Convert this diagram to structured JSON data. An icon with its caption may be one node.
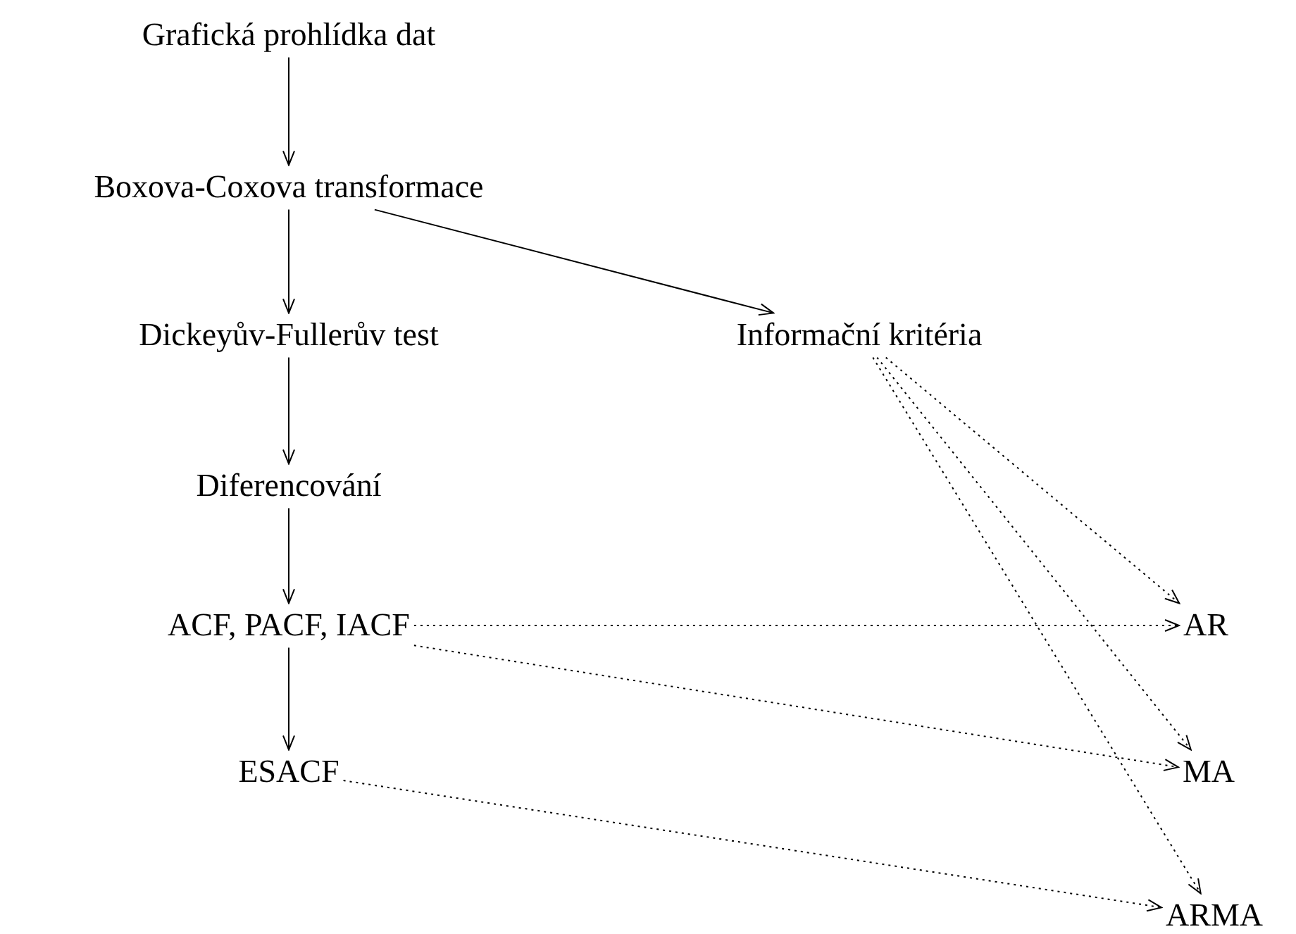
{
  "diagram": {
    "nodes": [
      {
        "text": [
          "Grafická prohlídka dat"
        ]
      },
      {
        "text": [
          "Boxova-Coxova transformace"
        ]
      },
      {
        "text": [
          "Dickeyův-Fullerův test"
        ]
      },
      {
        "text": [
          "Informační kritéria"
        ]
      },
      {
        "text": [
          "Diferencování"
        ]
      },
      {
        "text": [
          "ACF, PACF, IACF"
        ]
      },
      {
        "text": [
          "ESACF"
        ]
      },
      {
        "text": [
          "AR"
        ]
      },
      {
        "text": [
          "MA"
        ]
      },
      {
        "text": [
          "ARMA"
        ]
      }
    ],
    "edges": [
      {
        "from": 0,
        "to": 1,
        "arrow": "to"
      },
      {
        "from": 1,
        "to": 2,
        "arrow": "to"
      },
      {
        "from": 1,
        "to": 3,
        "arrow": "to"
      },
      {
        "from": 2,
        "to": 4,
        "arrow": "to"
      },
      {
        "from": 4,
        "to": 5,
        "arrow": "to"
      },
      {
        "from": 5,
        "to": 6,
        "arrow": "to"
      },
      {
        "from": 3,
        "to": 7,
        "arrow": "to",
        "style": "dashed"
      },
      {
        "from": 3,
        "to": 8,
        "arrow": "to",
        "style": "dashed"
      },
      {
        "from": 3,
        "to": 9,
        "arrow": "to",
        "style": "dashed"
      },
      {
        "from": 5,
        "to": 7,
        "arrow": "to",
        "style": "dashed"
      },
      {
        "from": 5,
        "to": 8,
        "arrow": "to",
        "style": "dashed"
      },
      {
        "from": 6,
        "to": 9,
        "arrow": "to",
        "style": "dashed"
      }
    ]
  }
}
